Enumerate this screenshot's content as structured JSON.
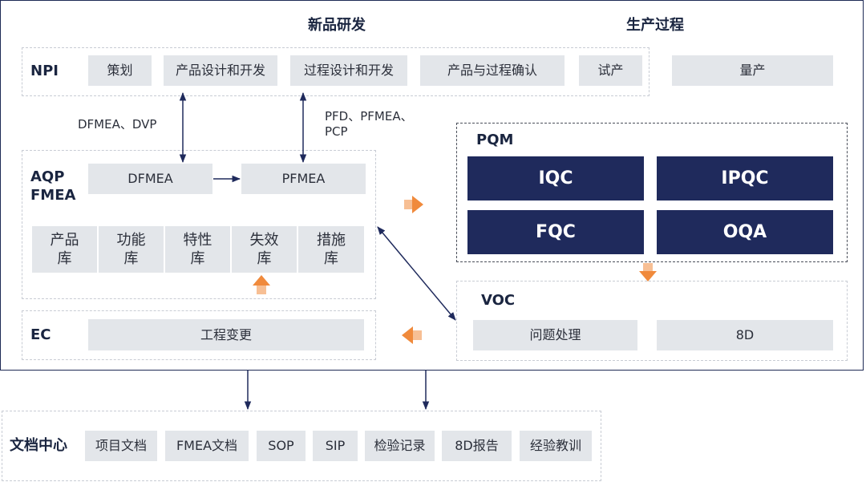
{
  "headers": {
    "new_product": "新品研发",
    "production": "生产过程"
  },
  "npi": {
    "label": "NPI",
    "steps": [
      "策划",
      "产品设计和开发",
      "过程设计和开发",
      "产品与过程确认",
      "试产"
    ],
    "mass_production": "量产"
  },
  "links": {
    "dfmea_dvp": "DFMEA、DVP",
    "pfd_line1": "PFD、PFMEA、",
    "pfd_line2": "PCP"
  },
  "aqp": {
    "label_line1": "AQP",
    "label_line2": "FMEA",
    "dfmea": "DFMEA",
    "pfmea": "PFMEA",
    "libraries": [
      {
        "line1": "产品",
        "line2": "库"
      },
      {
        "line1": "功能",
        "line2": "库"
      },
      {
        "line1": "特性",
        "line2": "库"
      },
      {
        "line1": "失效",
        "line2": "库"
      },
      {
        "line1": "措施",
        "line2": "库"
      }
    ]
  },
  "pqm": {
    "label": "PQM",
    "items": [
      "IQC",
      "IPQC",
      "FQC",
      "OQA"
    ]
  },
  "voc": {
    "label": "VOC",
    "items": [
      "问题处理",
      "8D"
    ]
  },
  "ec": {
    "label": "EC",
    "item": "工程变更"
  },
  "docs": {
    "label": "文档中心",
    "items": [
      "项目文档",
      "FMEA文档",
      "SOP",
      "SIP",
      "检验记录",
      "8D报告",
      "经验教训"
    ]
  },
  "colors": {
    "navy": "#1f2a5c",
    "box": "#e3e6ea",
    "accent": "#f08a3c"
  }
}
